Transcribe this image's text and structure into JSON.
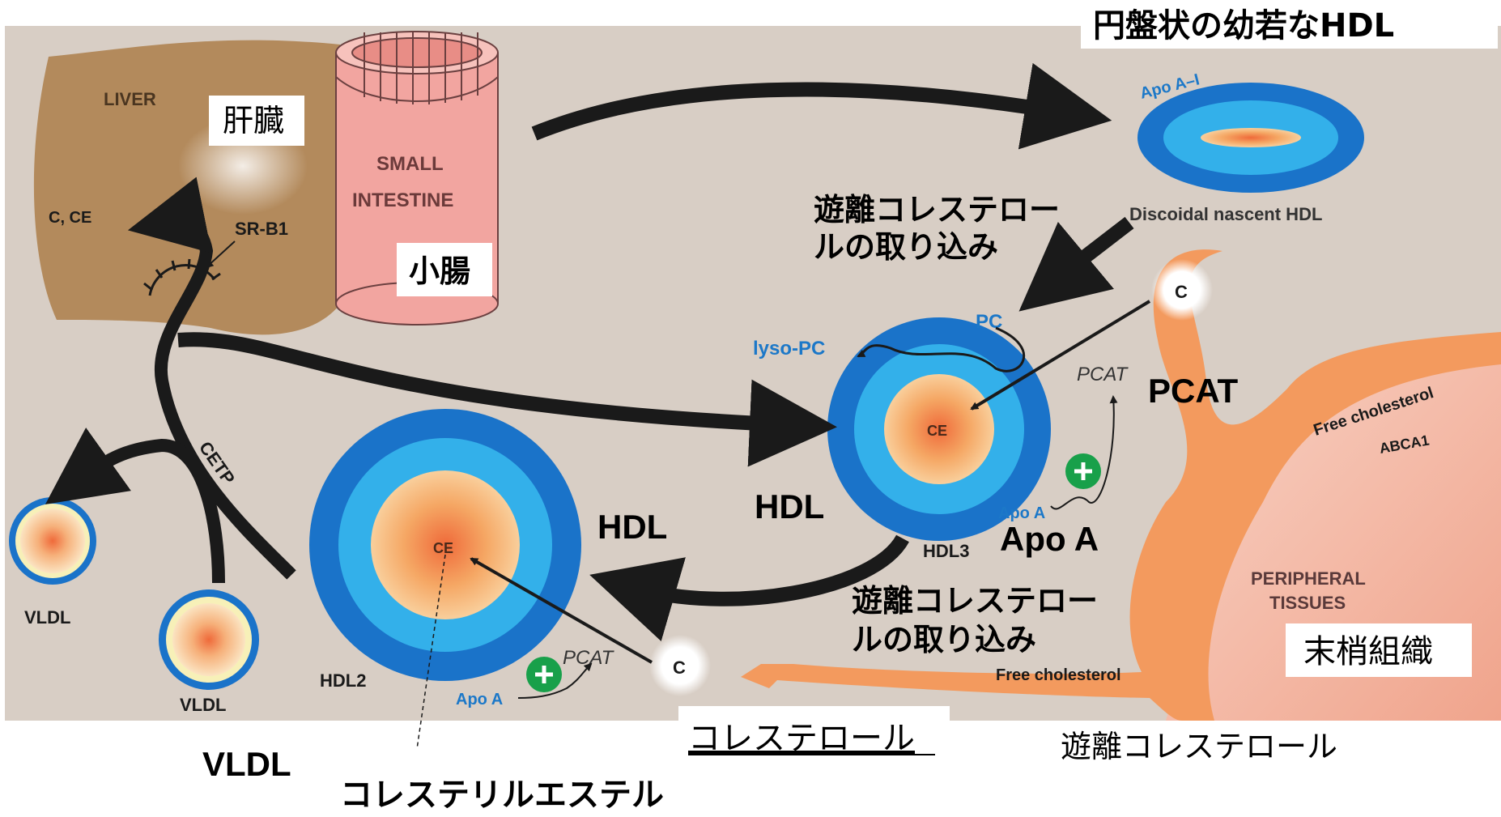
{
  "colors": {
    "background": "#d8cec5",
    "liver": "#b38a5c",
    "intestine": "#f2a5a0",
    "hdl_outer": "#1a73c9",
    "hdl_inner": "#33b0ea",
    "core": "#f5a764",
    "peripheral": "#f39a5e",
    "arrow": "#1a1a1a",
    "label_blue": "#1c78c8",
    "plus_green": "#18a04a"
  },
  "labels": {
    "liver_en": "LIVER",
    "liver_jp": "肝臓",
    "liver_c_ce": "C, CE",
    "sr_b1": "SR-B1",
    "intestine_en_1": "SMALL",
    "intestine_en_2": "INTESTINE",
    "intestine_jp": "小腸",
    "discoidal_jp": "円盤状の幼若なHDL",
    "apo_a1": "Apo A–I",
    "discoidal_en": "Discoidal nascent HDL",
    "uptake_jp_1": "遊離コレステロー",
    "uptake_jp_2": "ルの取り込み",
    "c_top": "C",
    "pc": "PC",
    "lyso_pc": "lyso-PC",
    "ce_hdl3": "CE",
    "pcat_small_top": "PCAT",
    "pcat_big": "PCAT",
    "hdl_mid": "HDL",
    "hdl3": "HDL3",
    "apo_a_small_top": "Apo A",
    "apo_a_big": "Apo A",
    "cetp": "CETP",
    "hdl_left": "HDL",
    "ce_hdl2": "CE",
    "hdl2": "HDL2",
    "pcat_small_bottom": "PCAT",
    "apo_a_small_bottom": "Apo A",
    "c_bottom": "C",
    "uptake2_jp_1": "遊離コレステロー",
    "uptake2_jp_2": "ルの取り込み",
    "free_chol_top": "Free cholesterol",
    "abca1": "ABCA1",
    "peripheral_en_1": "PERIPHERAL",
    "peripheral_en_2": "TISSUES",
    "peripheral_jp": "末梢組織",
    "free_chol_bottom": "Free cholesterol",
    "vldl_small_1": "VLDL",
    "vldl_small_2": "VLDL",
    "vldl_big": "VLDL",
    "cholesterol_jp": "コレステロール",
    "free_chol_jp": "遊離コレステロール",
    "cholesteryl_ester_jp": "コレステリルエステル"
  }
}
